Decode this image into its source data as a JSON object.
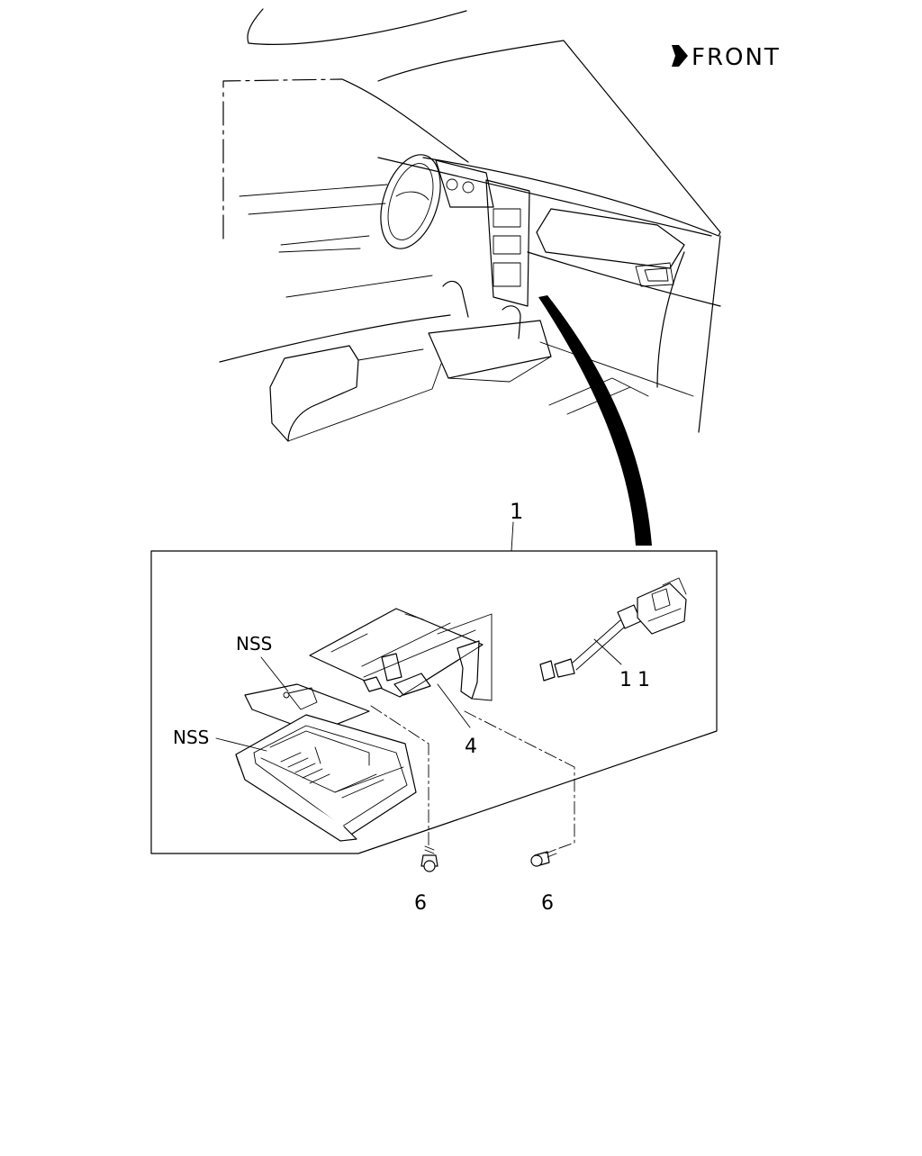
{
  "orientation": {
    "label": "FRONT",
    "icon": "front-arrow-icon"
  },
  "callouts": {
    "assembly": "1",
    "bracket": "4",
    "cable": "11",
    "screw_left": "6",
    "screw_right": "6",
    "nss_upper": "NSS",
    "nss_lower": "NSS"
  }
}
